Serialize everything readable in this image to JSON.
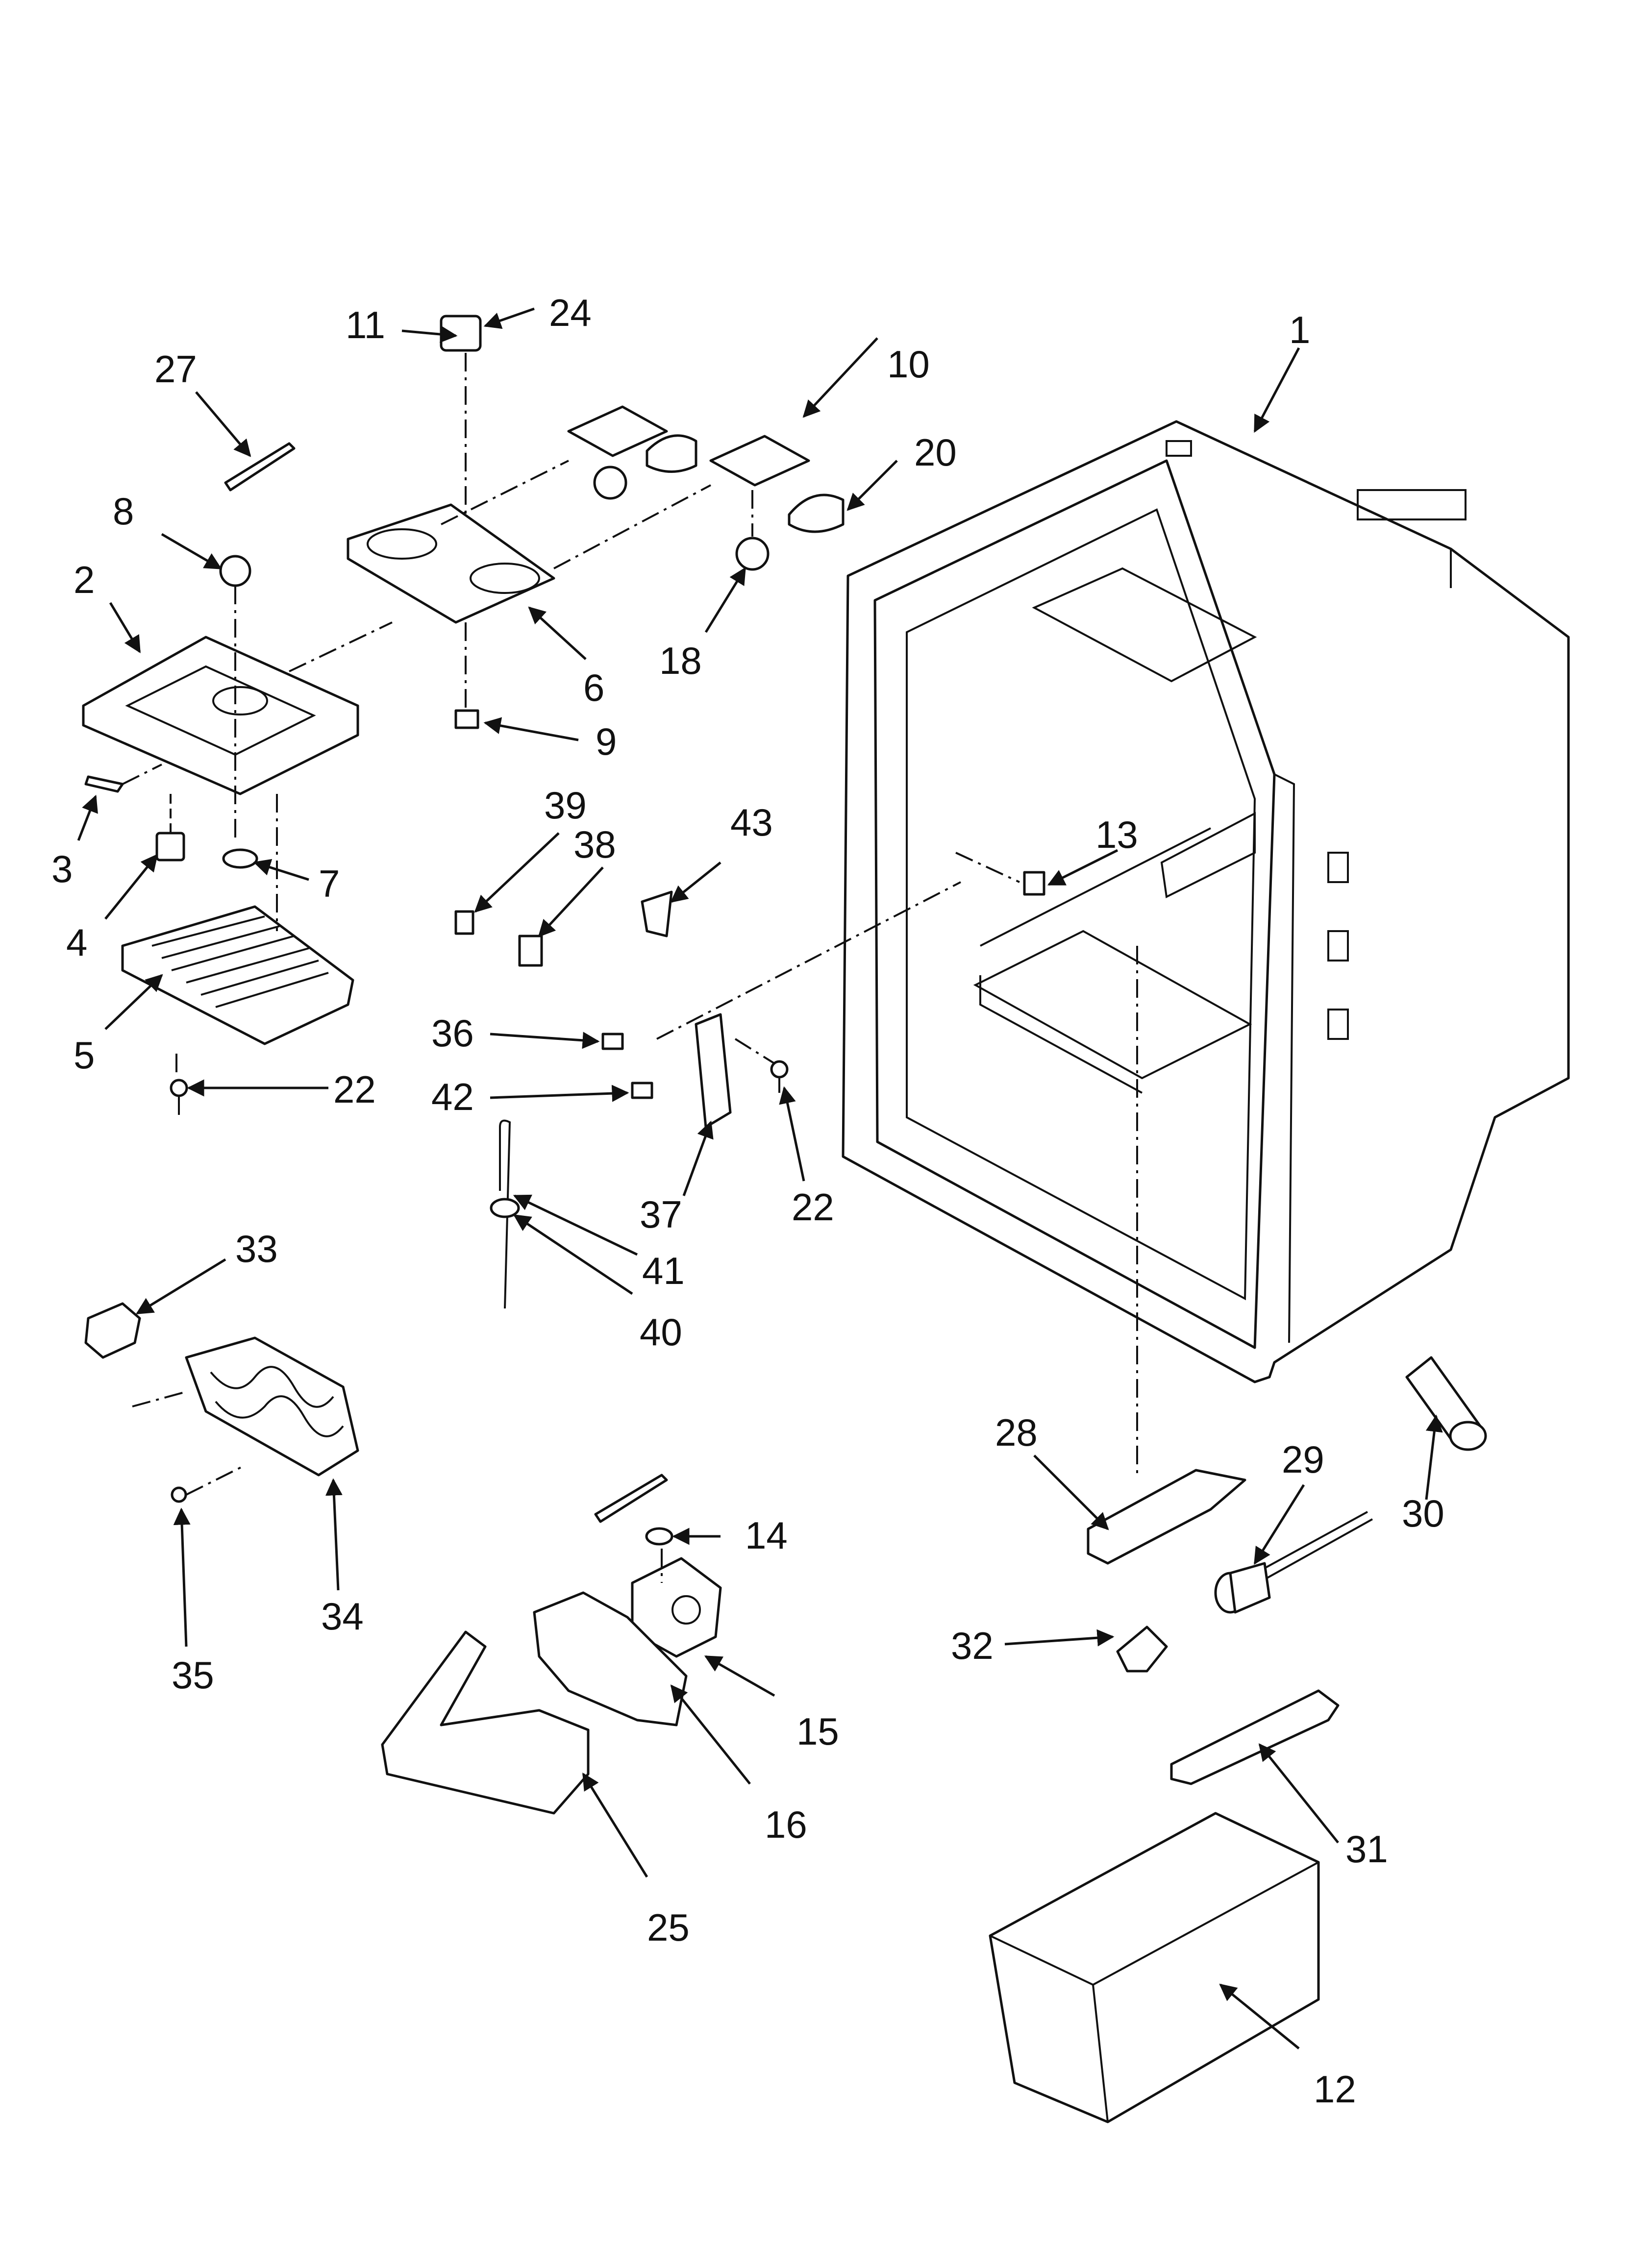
{
  "diagram": {
    "callouts": [
      {
        "id": "1",
        "label": "1"
      },
      {
        "id": "2",
        "label": "2"
      },
      {
        "id": "3",
        "label": "3"
      },
      {
        "id": "4",
        "label": "4"
      },
      {
        "id": "5",
        "label": "5"
      },
      {
        "id": "6",
        "label": "6"
      },
      {
        "id": "7",
        "label": "7"
      },
      {
        "id": "8",
        "label": "8"
      },
      {
        "id": "9",
        "label": "9"
      },
      {
        "id": "10",
        "label": "10"
      },
      {
        "id": "11",
        "label": "11"
      },
      {
        "id": "12",
        "label": "12"
      },
      {
        "id": "13",
        "label": "13"
      },
      {
        "id": "14",
        "label": "14"
      },
      {
        "id": "15",
        "label": "15"
      },
      {
        "id": "16",
        "label": "16"
      },
      {
        "id": "18",
        "label": "18"
      },
      {
        "id": "20",
        "label": "20"
      },
      {
        "id": "22a",
        "label": "22"
      },
      {
        "id": "22b",
        "label": "22"
      },
      {
        "id": "24",
        "label": "24"
      },
      {
        "id": "25",
        "label": "25"
      },
      {
        "id": "27",
        "label": "27"
      },
      {
        "id": "28",
        "label": "28"
      },
      {
        "id": "29",
        "label": "29"
      },
      {
        "id": "30",
        "label": "30"
      },
      {
        "id": "31",
        "label": "31"
      },
      {
        "id": "32",
        "label": "32"
      },
      {
        "id": "33",
        "label": "33"
      },
      {
        "id": "34",
        "label": "34"
      },
      {
        "id": "35",
        "label": "35"
      },
      {
        "id": "36",
        "label": "36"
      },
      {
        "id": "37",
        "label": "37"
      },
      {
        "id": "38",
        "label": "38"
      },
      {
        "id": "39",
        "label": "39"
      },
      {
        "id": "40",
        "label": "40"
      },
      {
        "id": "41",
        "label": "41"
      },
      {
        "id": "42",
        "label": "42"
      },
      {
        "id": "43",
        "label": "43"
      }
    ]
  }
}
